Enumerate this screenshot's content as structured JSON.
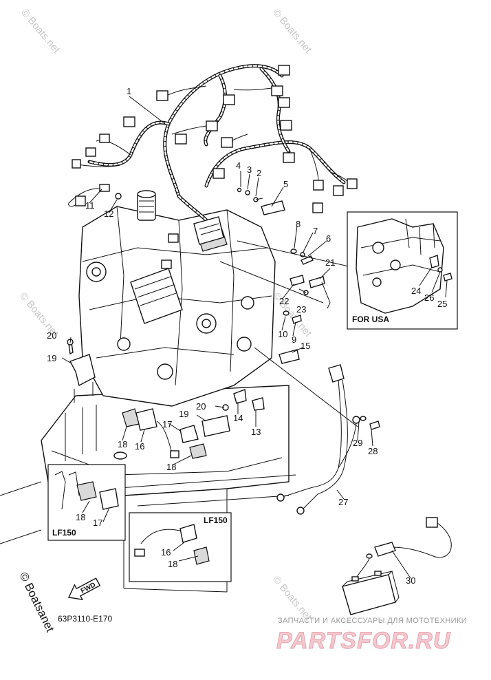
{
  "diagram": {
    "callouts": {
      "c1": "1",
      "c2": "2",
      "c3": "3",
      "c4": "4",
      "c5": "5",
      "c6": "6",
      "c7": "7",
      "c8": "8",
      "c9": "9",
      "c10": "10",
      "c11": "11",
      "c12": "12",
      "c13": "13",
      "c14": "14",
      "c15": "15",
      "c16": "16",
      "c17": "17",
      "c18": "18",
      "c19": "19",
      "c20": "20",
      "c21": "21",
      "c22": "22",
      "c23": "23",
      "c24": "24",
      "c25": "25",
      "c26": "26",
      "c27": "27",
      "c28": "28",
      "c29": "29",
      "c30": "30"
    },
    "insets": {
      "for_usa": {
        "title": "FOR USA",
        "labels": [
          "24",
          "26",
          "25"
        ]
      },
      "lf150_left": {
        "title": "LF150",
        "labels": [
          "18",
          "17"
        ]
      },
      "lf150_right": {
        "title": "LF150",
        "labels": [
          "16",
          "18"
        ]
      }
    },
    "fwd_label": "FWD",
    "diagram_code": "63P3110-E170",
    "watermarks": {
      "boats_net": "© Boats.net",
      "copyright_side": "© Boatsanet"
    },
    "shop_banner": {
      "tagline": "ЗАПЧАСТИ И АКСЕССУАРЫ ДЛЯ МОТОТЕХНИКИ",
      "brand": "PARTSFOR.RU"
    }
  },
  "icons": {
    "fwd_arrow": "fwd-arrow-icon",
    "battery": "battery-icon"
  }
}
